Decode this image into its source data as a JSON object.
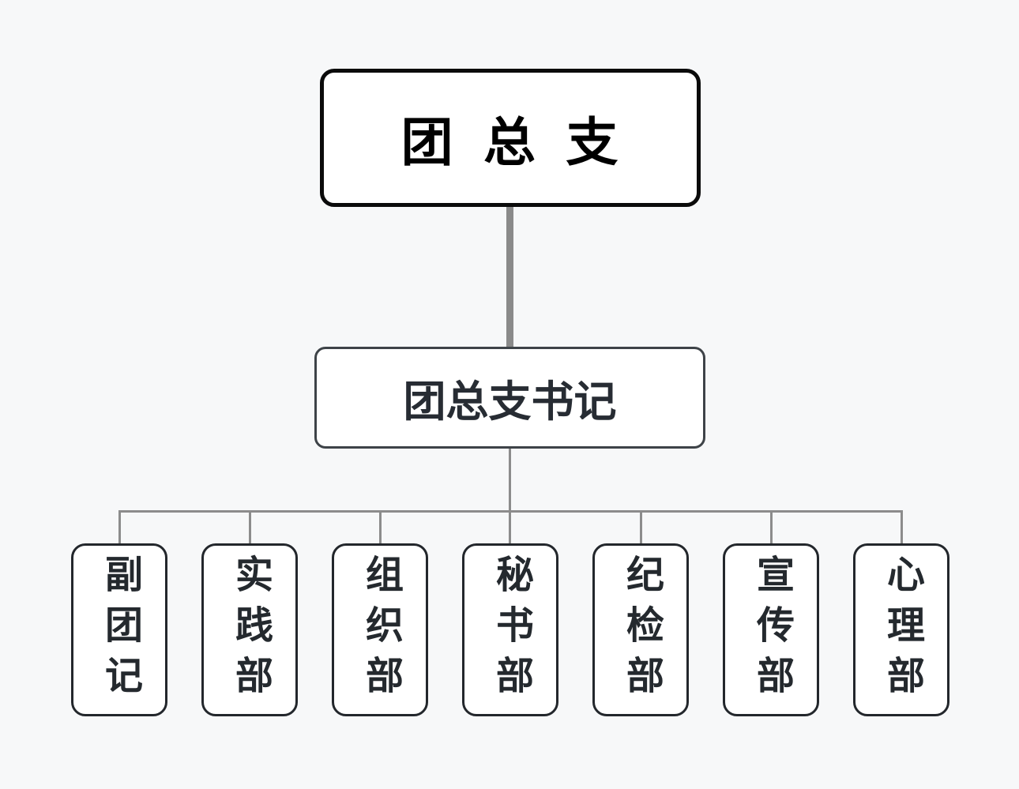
{
  "org": {
    "root": {
      "label": "团 总 支"
    },
    "secretary": {
      "label": "团总支书记"
    },
    "departments": [
      {
        "label": "副团记"
      },
      {
        "label": "实践部"
      },
      {
        "label": "组织部"
      },
      {
        "label": "秘书部"
      },
      {
        "label": "纪检部"
      },
      {
        "label": "宣传部"
      },
      {
        "label": "心理部"
      }
    ]
  },
  "colors": {
    "background": "#f7f8f9",
    "node_fill": "#ffffff",
    "root_border": "#0b0b0b",
    "secretary_border": "#3e4348",
    "department_border": "#23272c",
    "connector": "#8c8c8c",
    "text": "#24292e"
  }
}
